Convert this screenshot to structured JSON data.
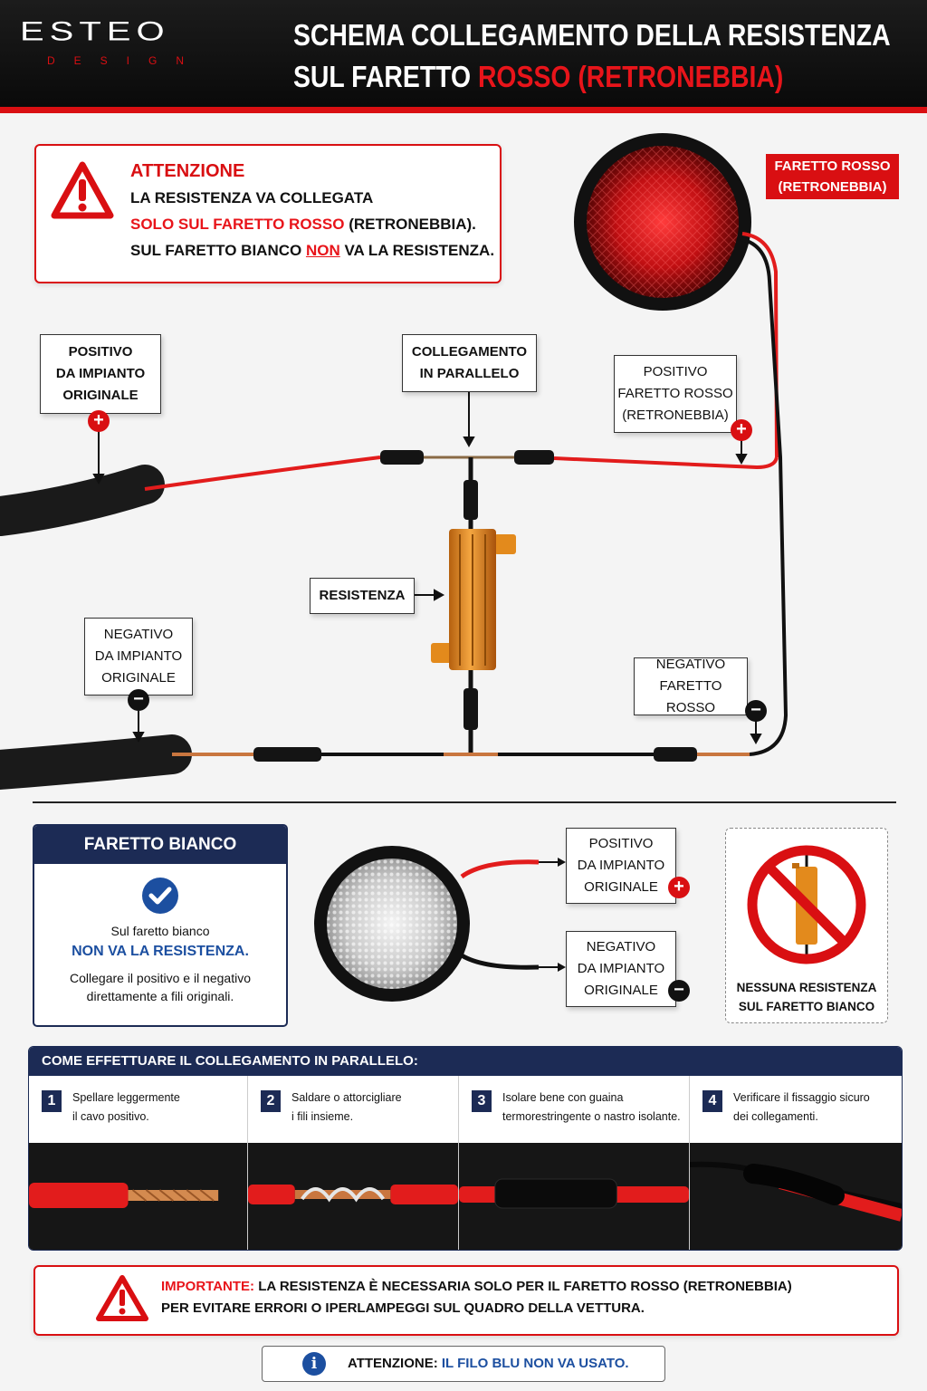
{
  "header": {
    "logo": "ESTEO",
    "logo_sub": "DESIGN",
    "title_line1": "SCHEMA COLLEGAMENTO DELLA RESISTENZA",
    "title_line2_a": "SUL FARETTO ",
    "title_line2_b": "ROSSO (RETRONEBBIA)"
  },
  "warning": {
    "title": "ATTENZIONE",
    "line1": "LA RESISTENZA VA COLLEGATA",
    "line2_red": "SOLO SUL FARETTO ROSSO",
    "line2_rest": " (RETRONEBBIA).",
    "line3_a": "SUL FARETTO BIANCO ",
    "line3_non": "NON",
    "line3_b": " VA LA RESISTENZA."
  },
  "red_light_tag": {
    "line1": "FARETTO ROSSO",
    "line2": "(RETRONEBBIA)"
  },
  "labels": {
    "pos_orig": [
      "POSITIVO",
      "DA IMPIANTO",
      "ORIGINALE"
    ],
    "parallel": [
      "COLLEGAMENTO",
      "IN PARALLELO"
    ],
    "pos_red": [
      "POSITIVO",
      "FARETTO ROSSO",
      "(RETRONEBBIA)"
    ],
    "resistor": "RESISTENZA",
    "neg_orig": [
      "NEGATIVO",
      "DA IMPIANTO",
      "ORIGINALE"
    ],
    "neg_red": [
      "NEGATIVO",
      "FARETTO ROSSO"
    ],
    "plus": "+",
    "minus": "−"
  },
  "white_panel": {
    "title": "FARETTO BIANCO",
    "text1": "Sul faretto bianco",
    "text2": "NON VA LA RESISTENZA.",
    "text3": "Collegare il positivo e il negativo",
    "text4": "direttamente a fili originali."
  },
  "white_labels": {
    "pos": [
      "POSITIVO",
      "DA IMPIANTO",
      "ORIGINALE"
    ],
    "neg": [
      "NEGATIVO",
      "DA IMPIANTO",
      "ORIGINALE"
    ]
  },
  "no_resistor": {
    "line1": "NESSUNA RESISTENZA",
    "line2": "SUL FARETTO BIANCO"
  },
  "steps": {
    "heading": "COME EFFETTUARE IL COLLEGAMENTO IN PARALLELO:",
    "items": [
      {
        "num": "1",
        "l1": "Spellare leggermente",
        "l2": "il cavo positivo."
      },
      {
        "num": "2",
        "l1": "Saldare o attorcigliare",
        "l2": "i fili insieme."
      },
      {
        "num": "3",
        "l1": "Isolare bene con guaina",
        "l2": "termorestringente o nastro isolante."
      },
      {
        "num": "4",
        "l1": "Verificare il fissaggio sicuro",
        "l2": "dei collegamenti."
      }
    ]
  },
  "important": {
    "label": "IMPORTANTE:",
    "line1": " LA RESISTENZA È NECESSARIA SOLO PER IL FARETTO ROSSO (RETRONEBBIA)",
    "line2": "PER EVITARE ERRORI O IPERLAMPEGGI SUL QUADRO DELLA VETTURA."
  },
  "footer": {
    "info_icon": "i",
    "label": "ATTENZIONE:",
    "text": " IL FILO BLU NON VA USATO."
  },
  "colors": {
    "accent_red": "#d90f12",
    "navy": "#1c2b55",
    "copper": "#c9763f",
    "resistor_gold": "#e38a1c"
  },
  "icons": [
    "warning-triangle-icon",
    "check-circle-icon",
    "no-resistor-icon",
    "info-icon"
  ]
}
